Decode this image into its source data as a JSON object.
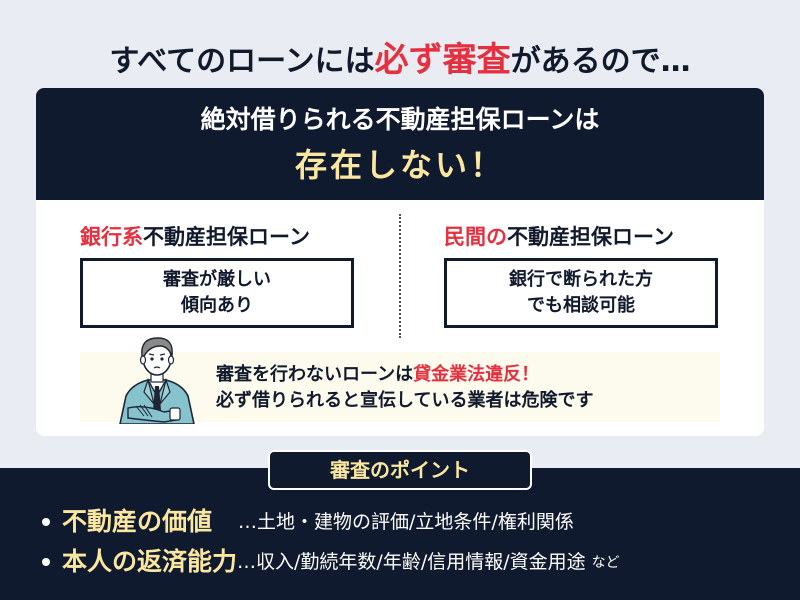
{
  "headline": {
    "before": "すべてのローンには",
    "accent": "必ず審査",
    "after": "があるので…"
  },
  "card": {
    "header": {
      "line1": "絶対借りられる不動産担保ローンは",
      "line2": "存在しない！"
    },
    "columns": [
      {
        "title_accent": "銀行系",
        "title_rest": "不動産担保ローン",
        "box_line1": "審査が厳しい",
        "box_line2": "傾向あり"
      },
      {
        "title_accent": "民間の",
        "title_rest": "不動産担保ローン",
        "box_line1": "銀行で断られた方",
        "box_line2": "でも相談可能"
      }
    ],
    "callout": {
      "line1_before": "審査を行わないローンは",
      "line1_accent": "貸金業法違反！",
      "line2": "必ず借りられると宣伝している業者は危険です"
    }
  },
  "footer": {
    "badge": "審査のポイント",
    "points": [
      {
        "key": "不動産の価値",
        "desc": "…土地・建物の評価/立地条件/権利関係",
        "suffix": ""
      },
      {
        "key": "本人の返済能力",
        "desc": "…収入/勤続年数/年齢/信用情報/資金用途",
        "suffix": "など"
      }
    ]
  },
  "colors": {
    "navy": "#0f1a2e",
    "accent_red": "#e5303f",
    "accent_yellow": "#fbe7a0",
    "background": "#e9ecf2",
    "callout_bg": "#fdfbed"
  }
}
